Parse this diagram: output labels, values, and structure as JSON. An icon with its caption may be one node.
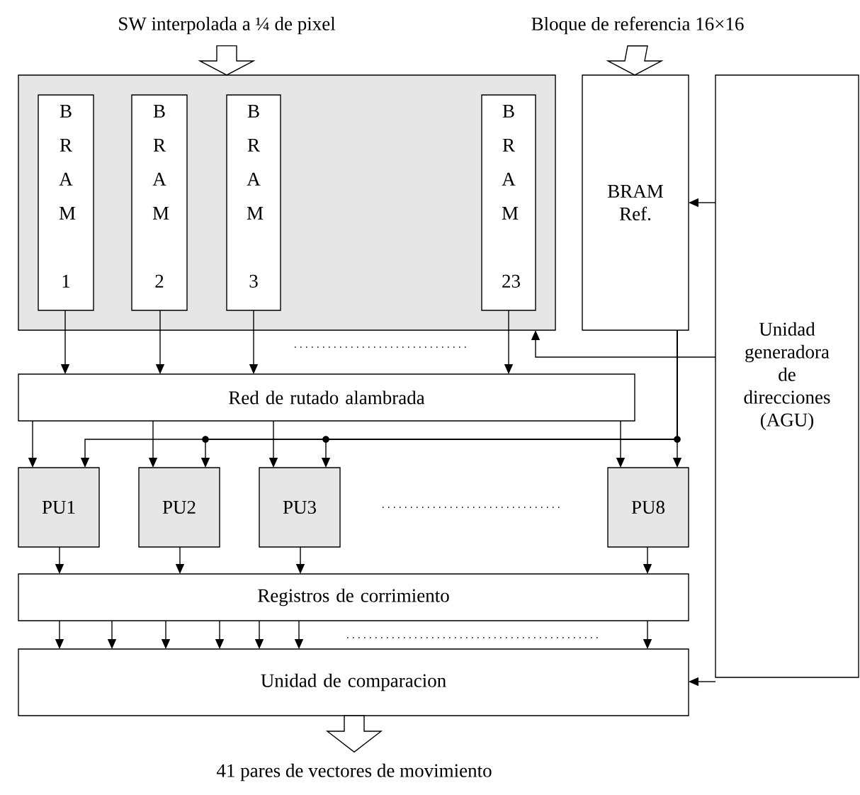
{
  "diagram": {
    "nodes": [
      {
        "text": [
          "SW interpolada a ¼ de pixel"
        ]
      },
      {
        "text": [
          "Bloque de referencia 16×16"
        ]
      },
      {
        "text": [],
        "shape": "box"
      },
      {
        "text": [
          "B R A M",
          "1"
        ],
        "in": 2
      },
      {
        "text": [
          "B R A M",
          "2"
        ],
        "in": 2
      },
      {
        "text": [
          "B R A M",
          "3"
        ],
        "in": 2
      },
      {
        "text": [
          "B R A M",
          "23"
        ],
        "in": 2
      },
      {
        "text": [
          "BRAM Ref."
        ]
      },
      {
        "text": [
          "Unidad generadora de direcciones (AGU)"
        ]
      },
      {
        "text": [
          "Red de rutado alambrada"
        ]
      },
      {
        "text": [
          "PU1"
        ]
      },
      {
        "text": [
          "PU2"
        ]
      },
      {
        "text": [
          "PU3"
        ]
      },
      {
        "text": [
          "PU8"
        ]
      },
      {
        "text": [
          "Registros de corrimiento"
        ]
      },
      {
        "text": [
          "Unidad de comparacion"
        ]
      },
      {
        "text": [
          "41 pares de vectores de movimiento"
        ]
      }
    ],
    "edges": [
      {
        "from": 0,
        "to": 2,
        "arrow": "to",
        "style": "thick"
      },
      {
        "from": 1,
        "to": 7,
        "arrow": "to",
        "style": "thick"
      },
      {
        "from": 3,
        "to": 9,
        "arrow": "to"
      },
      {
        "from": 4,
        "to": 9,
        "arrow": "to"
      },
      {
        "from": 5,
        "to": 9,
        "arrow": "to"
      },
      {
        "from": 6,
        "to": 9,
        "arrow": "to"
      },
      {
        "from": 8,
        "to": 2,
        "arrow": "to"
      },
      {
        "from": 8,
        "to": 7,
        "arrow": "to"
      },
      {
        "from": 7,
        "to": 10,
        "arrow": "to"
      },
      {
        "from": 7,
        "to": 11,
        "arrow": "to"
      },
      {
        "from": 7,
        "to": 12,
        "arrow": "to"
      },
      {
        "from": 7,
        "to": 13,
        "arrow": "to"
      },
      {
        "from": 9,
        "to": 10,
        "arrow": "to"
      },
      {
        "from": 9,
        "to": 11,
        "arrow": "to"
      },
      {
        "from": 9,
        "to": 12,
        "arrow": "to"
      },
      {
        "from": 9,
        "to": 13,
        "arrow": "to"
      },
      {
        "from": 10,
        "to": 14,
        "arrow": "to"
      },
      {
        "from": 11,
        "to": 14,
        "arrow": "to"
      },
      {
        "from": 12,
        "to": 14,
        "arrow": "to"
      },
      {
        "from": 13,
        "to": 14,
        "arrow": "to"
      },
      {
        "from": 14,
        "to": 15,
        "arrow": "to"
      },
      {
        "from": 14,
        "to": 15,
        "arrow": "to"
      },
      {
        "from": 14,
        "to": 15,
        "arrow": "to"
      },
      {
        "from": 14,
        "to": 15,
        "arrow": "to"
      },
      {
        "from": 14,
        "to": 15,
        "arrow": "to"
      },
      {
        "from": 14,
        "to": 15,
        "arrow": "to"
      },
      {
        "from": 14,
        "to": 15,
        "arrow": "to"
      },
      {
        "from": 8,
        "to": 15,
        "arrow": "to"
      },
      {
        "from": 15,
        "to": 16,
        "arrow": "to",
        "style": "thick"
      }
    ]
  }
}
